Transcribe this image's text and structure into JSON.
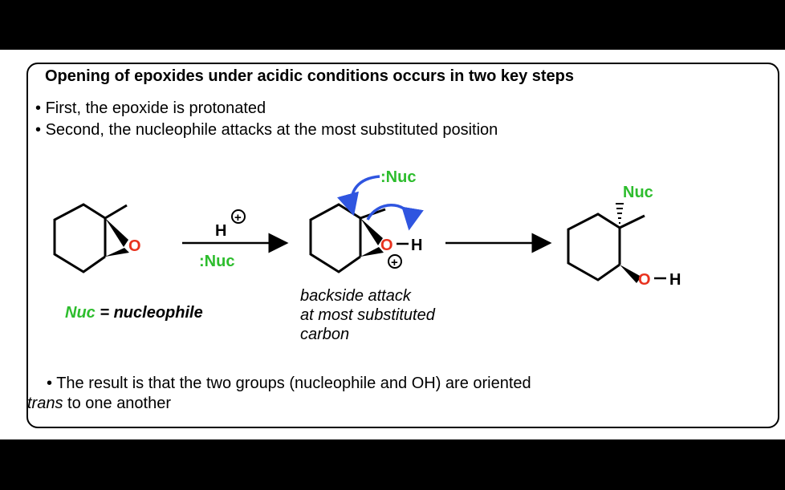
{
  "heading": "Opening of epoxides under acidic conditions occurs in two key steps",
  "bullets": [
    "First, the epoxide is protonated",
    "Second, the nucleophile attacks at the most substituted position"
  ],
  "bullet_char": "•",
  "reagents": {
    "above_arrow": "H",
    "below_arrow": ":Nuc"
  },
  "labels": {
    "epoxide_oxygen": "O",
    "protonated_oxygen": "O",
    "hydrogen": "H",
    "charge": "+",
    "attacking_nucleophile": ":Nuc",
    "product_nucleophile": "Nuc",
    "product_oh": "O"
  },
  "definition": {
    "term": "Nuc",
    "rest": " = nucleophile"
  },
  "caption": [
    "backside attack",
    "at most substituted",
    "carbon"
  ],
  "result": {
    "prefix": "The result is that the two groups (nucleophile and OH) are oriented",
    "italic": "trans",
    "suffix": " to one another"
  },
  "colors": {
    "oxygen": "#e8321e",
    "nucleophile": "#2dbd2d",
    "arrow": "#2f55e0",
    "text": "#000000",
    "background": "#ffffff",
    "outside": "#000000"
  }
}
